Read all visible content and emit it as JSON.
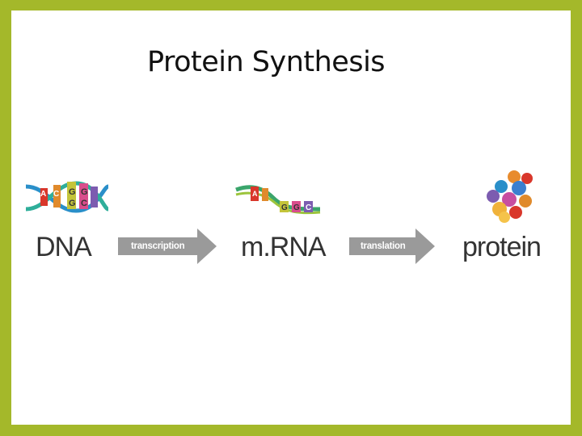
{
  "slide": {
    "title": "Protein Synthesis",
    "background_color": "#a4b82a"
  },
  "diagram": {
    "stages": [
      {
        "label": "DNA",
        "icon": "dna-double-helix-icon",
        "bases": [
          "A",
          "C",
          "G",
          "G",
          "G",
          "C"
        ]
      },
      {
        "label": "m.RNA",
        "icon": "mrna-strand-icon",
        "bases": [
          "A",
          "G",
          "G",
          "C"
        ]
      },
      {
        "label": "protein",
        "icon": "protein-cluster-icon"
      }
    ],
    "arrows": [
      {
        "label": "transcription"
      },
      {
        "label": "translation"
      }
    ],
    "arrow_color": "#9a9a9a"
  }
}
